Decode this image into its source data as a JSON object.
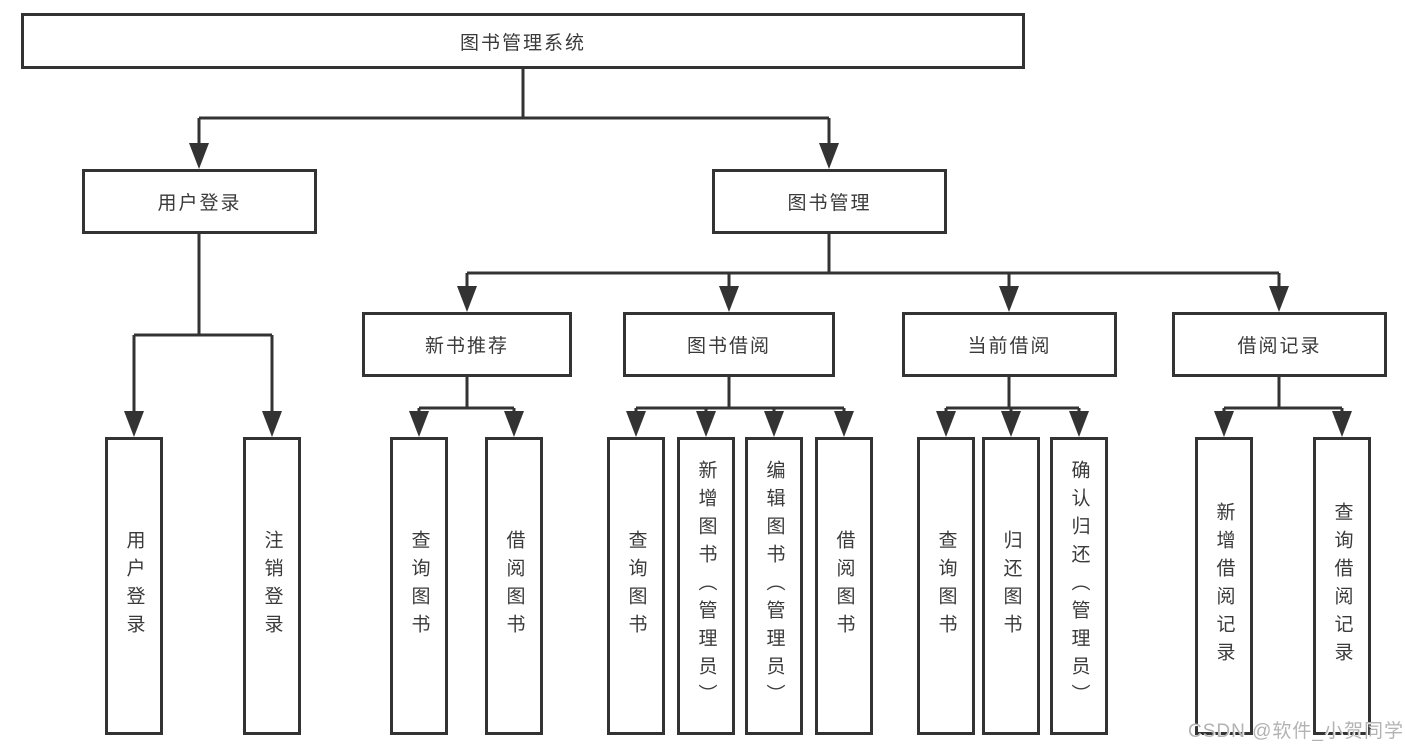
{
  "diagram": {
    "nodes": {
      "root": {
        "label": "图书管理系统"
      },
      "user_login": {
        "label": "用户登录"
      },
      "book_management": {
        "label": "图书管理"
      },
      "new_book_recommend": {
        "label": "新书推荐"
      },
      "book_borrow": {
        "label": "图书借阅"
      },
      "current_borrow": {
        "label": "当前借阅"
      },
      "borrow_record": {
        "label": "借阅记录"
      },
      "leaf_user_login": {
        "label": "用户登录"
      },
      "leaf_logout_login": {
        "label": "注销登录"
      },
      "leaf_query_book_recommend": {
        "label": "查询图书"
      },
      "leaf_borrow_book_recommend": {
        "label": "借阅图书"
      },
      "leaf_query_book_borrow": {
        "label": "查询图书"
      },
      "leaf_add_book_admin": {
        "label": "新增图书（管理员）"
      },
      "leaf_edit_book_admin": {
        "label": "编辑图书（管理员）"
      },
      "leaf_borrow_book": {
        "label": "借阅图书"
      },
      "leaf_query_book_current": {
        "label": "查询图书"
      },
      "leaf_return_book": {
        "label": "归还图书"
      },
      "leaf_confirm_return_admin": {
        "label": "确认归还（管理员）"
      },
      "leaf_add_borrow_record": {
        "label": "新增借阅记录"
      },
      "leaf_query_borrow_record": {
        "label": "查询借阅记录"
      }
    },
    "watermark": "CSDN @软件_小贺同学",
    "colors": {
      "background": "#ffffff",
      "line": "#333333",
      "box_border": "#333333",
      "text": "#3a3a3a",
      "watermark": "#b3b3b3"
    }
  }
}
